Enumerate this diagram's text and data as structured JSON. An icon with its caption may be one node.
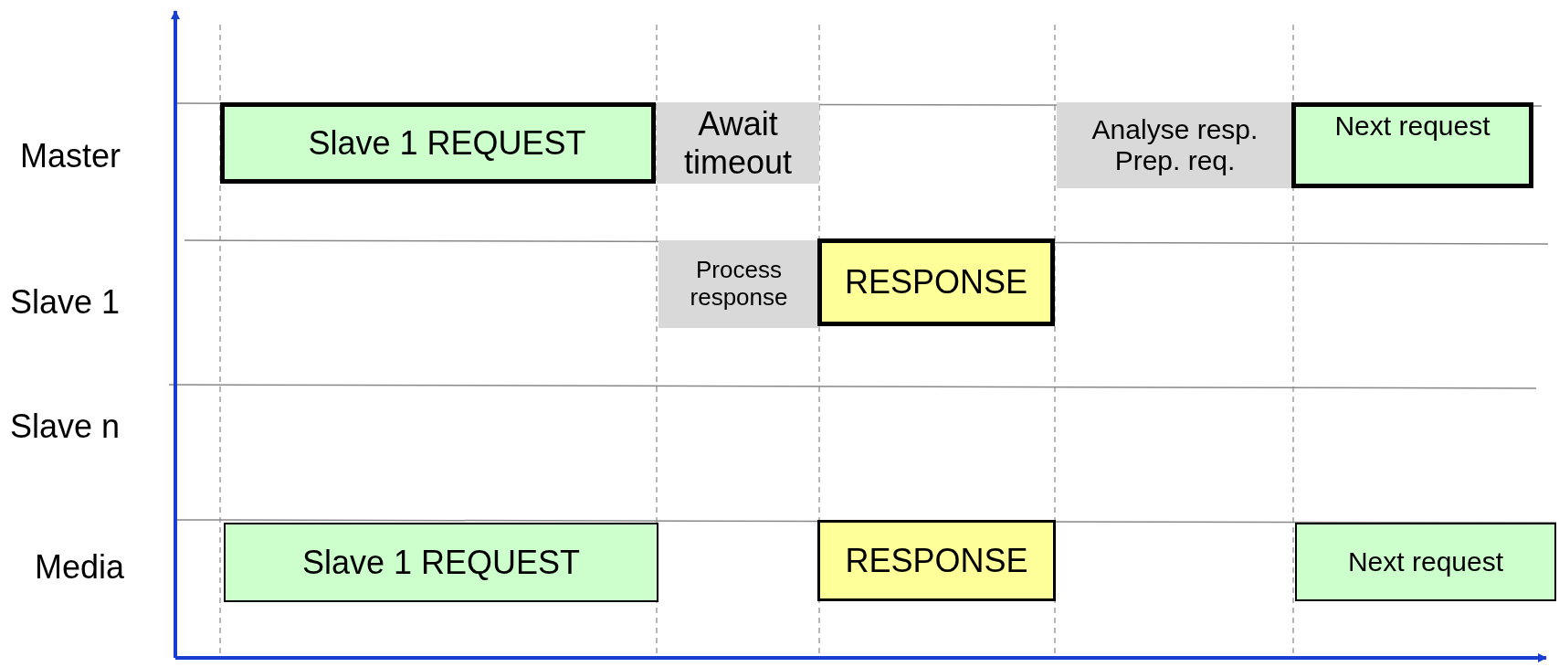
{
  "diagram": {
    "nodes": [
      {
        "text": [
          "Slave 1 REQUEST"
        ]
      },
      {
        "text": [
          "Await timeout"
        ]
      },
      {
        "text": [
          "Analyse resp. Prep. req."
        ]
      },
      {
        "text": [
          "Next request"
        ]
      },
      {
        "text": [
          "Process response"
        ]
      },
      {
        "text": [
          "RESPONSE"
        ]
      },
      {
        "text": [
          "Slave 1 REQUEST"
        ]
      },
      {
        "text": [
          "RESPONSE"
        ]
      },
      {
        "text": [
          "Next request"
        ]
      }
    ],
    "labels": [
      "Master",
      "Slave 1",
      "Slave n",
      "Media"
    ]
  }
}
